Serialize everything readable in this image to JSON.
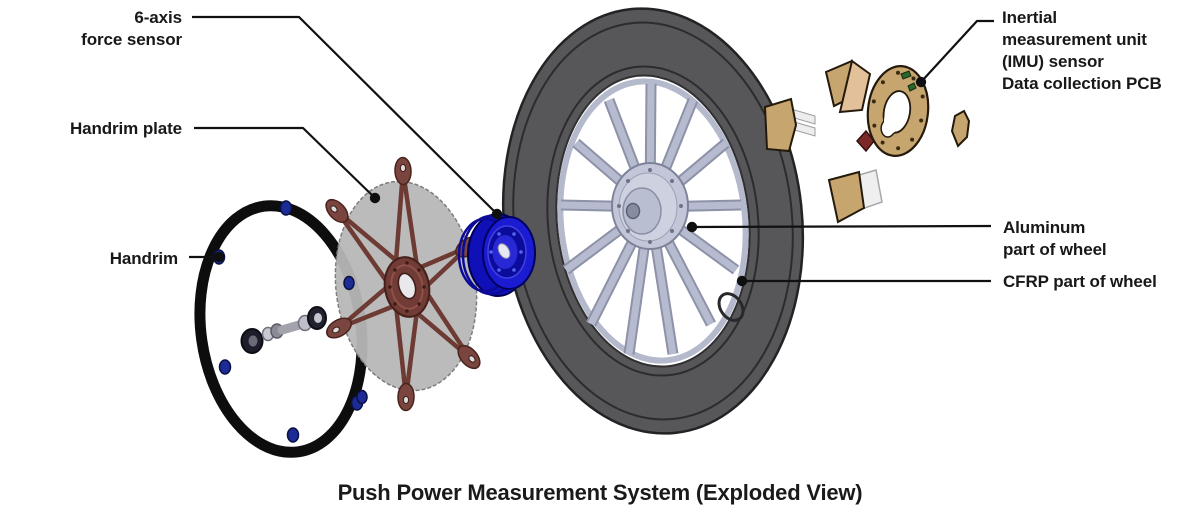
{
  "title": "Push Power Measurement System (Exploded View)",
  "callouts": [
    {
      "id": "force-sensor",
      "lines": [
        "6-axis",
        "force sensor"
      ]
    },
    {
      "id": "handrim-plate",
      "lines": [
        "Handrim plate"
      ]
    },
    {
      "id": "handrim",
      "lines": [
        "Handrim"
      ]
    },
    {
      "id": "imu-pcb",
      "lines": [
        "Inertial",
        "measurement unit",
        "(IMU) sensor",
        "Data collection PCB"
      ]
    },
    {
      "id": "aluminum-wheel",
      "lines": [
        "Aluminum",
        "part of wheel"
      ]
    },
    {
      "id": "cfrp-wheel",
      "lines": [
        "CFRP part of wheel"
      ]
    }
  ],
  "colors": {
    "background": "#ffffff",
    "handrim": "#0d0d0d",
    "mount_tab_blue": "#1c2b96",
    "plate_disc_gray": "#b7b7b7",
    "plate_frame_maroon": "#6e3a34",
    "force_sensor_blue": "#1b1bd2",
    "tire_cfrp_gray": "#57575a",
    "wheel_aluminum_silver": "#b4b9cf",
    "imu_pcb_tan": "#c7a56f",
    "leader_line": "#111111",
    "label_text": "#181818"
  }
}
